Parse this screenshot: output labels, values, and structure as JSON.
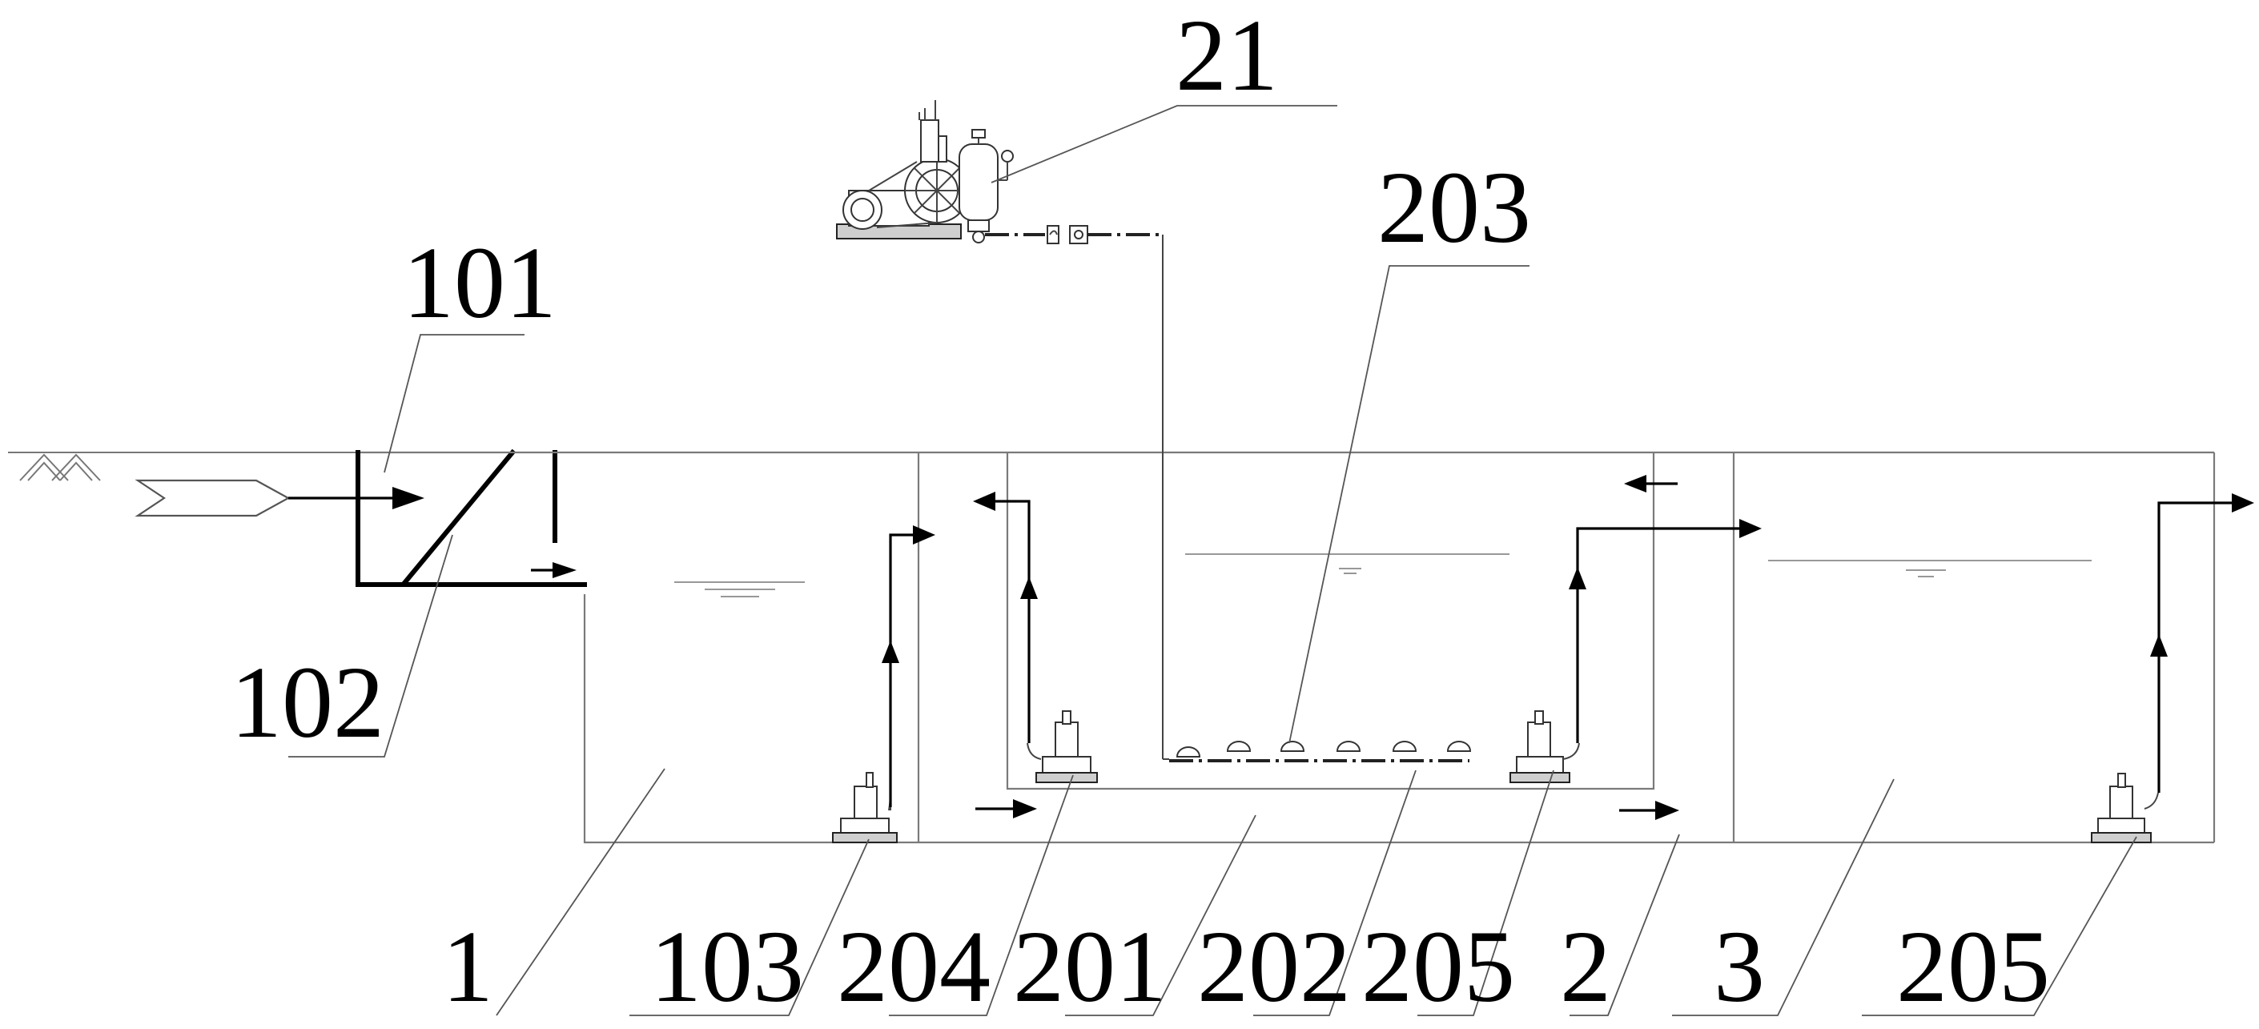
{
  "labels": {
    "l_21": "21",
    "l_203": "203",
    "l_101": "101",
    "l_102": "102",
    "l_1": "1",
    "l_103": "103",
    "l_204": "204",
    "l_201": "201",
    "l_202": "202",
    "l_205a": "205",
    "l_2": "2",
    "l_3": "3",
    "l_205b": "205"
  },
  "colors": {
    "line": "#7a7a7a",
    "bold": "#000000"
  }
}
